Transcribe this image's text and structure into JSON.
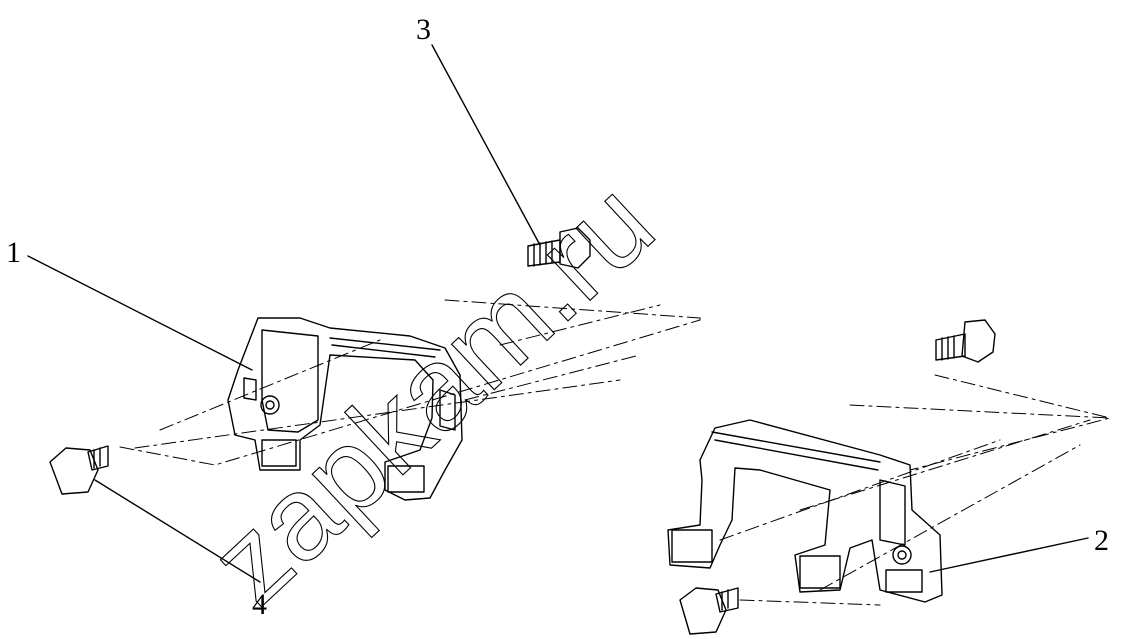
{
  "diagram": {
    "callouts": [
      "1",
      "2",
      "3",
      "4"
    ]
  },
  "watermark": {
    "text": "zapkam.ru"
  },
  "colors": {
    "line": "#000000",
    "watermark_stroke": "#000000",
    "background": "#ffffff"
  }
}
